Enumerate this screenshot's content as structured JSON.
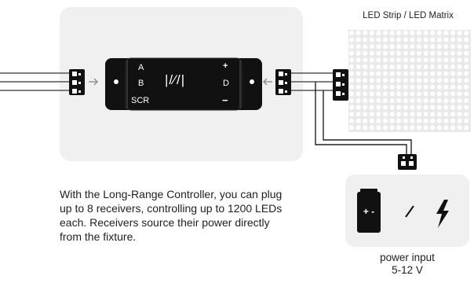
{
  "matrix": {
    "title": "LED Strip / LED Matrix"
  },
  "controller": {
    "label_a": "A",
    "label_b": "B",
    "label_scr": "SCR",
    "label_plus": "+",
    "label_d": "D",
    "label_minus": "−",
    "logo": "|/⁄/|"
  },
  "description": "With the Long-Range Controller, you can plug up to 8 receivers, controlling up to 1200 LEDs each. Receivers source their power directly from the fixture.",
  "battery": {
    "symbol": "+ -"
  },
  "power": {
    "line1": "power input",
    "line2": "5-12 V"
  },
  "icons": {
    "left_arrow": "arrow-right-icon",
    "right_arrow": "arrow-left-icon",
    "lightning": "lightning-icon",
    "slash": "slash-icon",
    "battery": "battery-icon"
  },
  "colors": {
    "panel": "#f0f0f0",
    "dark": "#111111",
    "matrix": "#e9e9e9",
    "wire": "#222222"
  }
}
